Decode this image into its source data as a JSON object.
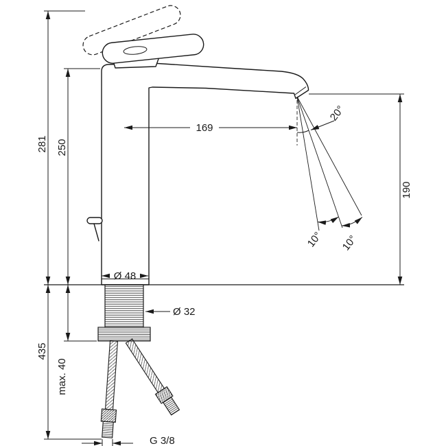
{
  "drawing": {
    "type": "technical-dimension-drawing",
    "subject": "single-lever basin mixer faucet, side elevation with installation dimensions",
    "colors": {
      "line": "#1a1a1a",
      "background": "#ffffff"
    }
  },
  "labels": {
    "total_height": "281",
    "spout_height": "250",
    "spout_reach": "169",
    "outlet_height": "190",
    "base_diameter": "Ø 48",
    "shank_diameter": "Ø 32",
    "below_deck_length": "435",
    "max_deck_thickness": "max. 40",
    "connection_thread": "G 3/8",
    "jet_angle": "20°",
    "swivel_left": "10°",
    "swivel_right": "10°"
  }
}
